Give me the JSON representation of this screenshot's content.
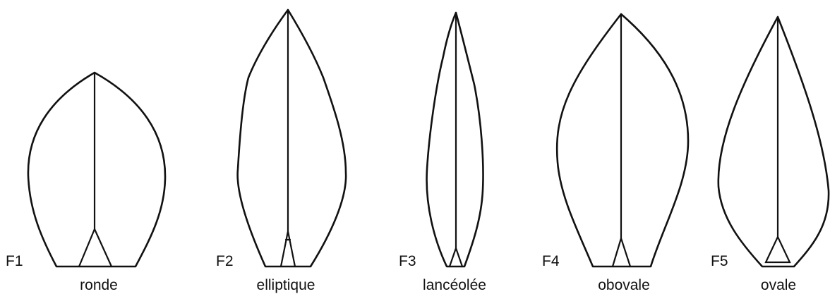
{
  "figure": {
    "leaves": [
      {
        "code": "F1",
        "name": "ronde"
      },
      {
        "code": "F2",
        "name": "elliptique"
      },
      {
        "code": "F3",
        "name": "lancéolée"
      },
      {
        "code": "F4",
        "name": "obovale"
      },
      {
        "code": "F5",
        "name": "ovale"
      }
    ]
  }
}
